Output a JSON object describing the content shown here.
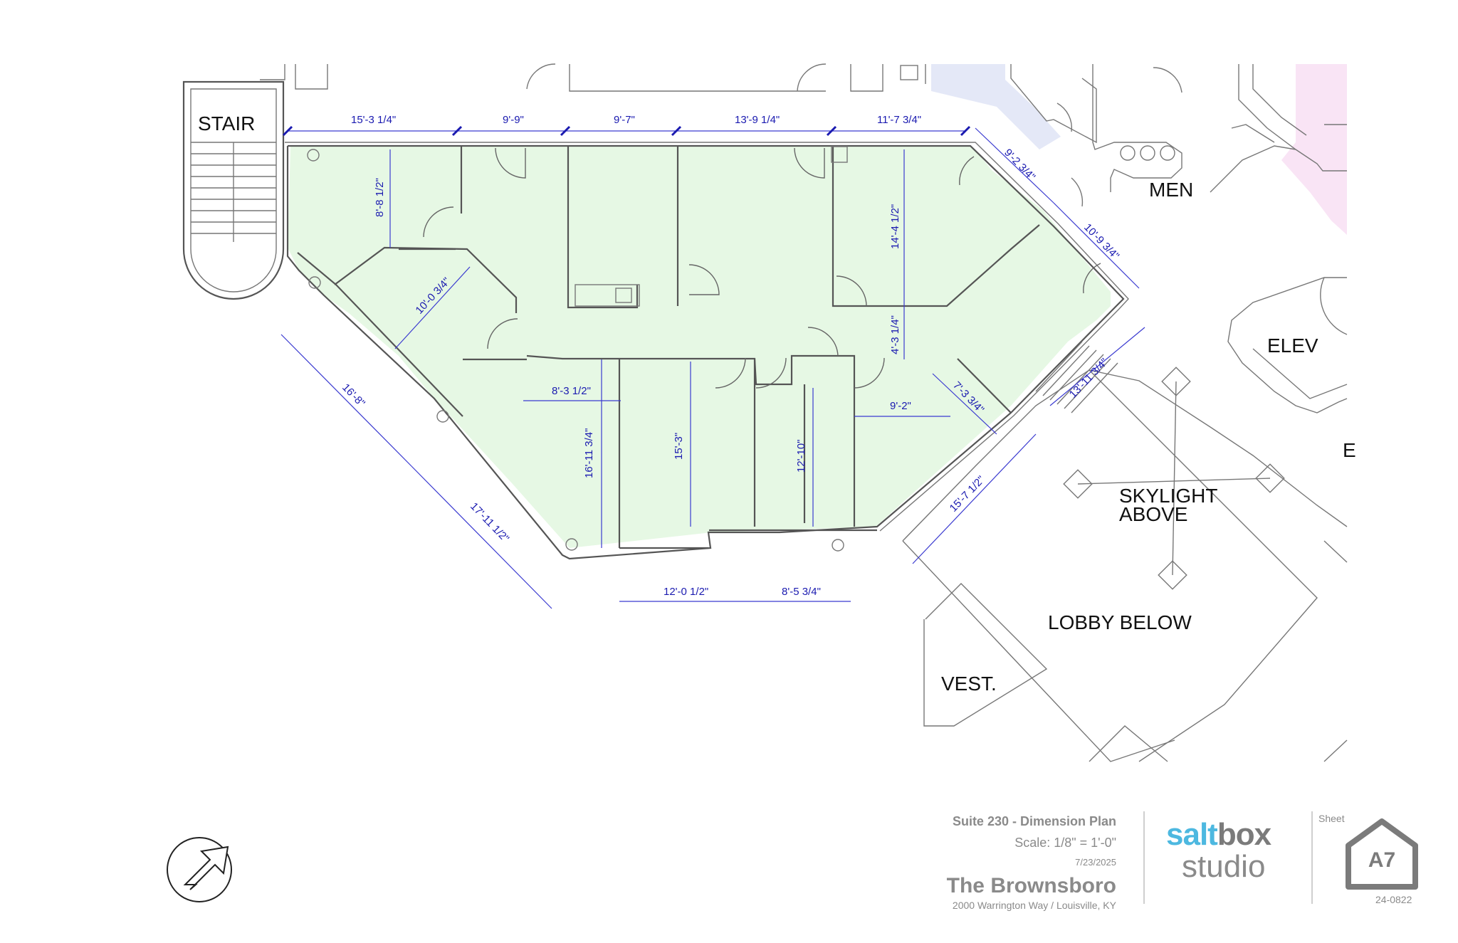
{
  "rooms": {
    "stair": "STAIR",
    "men": "MEN",
    "elev": "ELEV",
    "skylight_line1": "SKYLIGHT",
    "skylight_line2": "ABOVE",
    "lobby": "LOBBY BELOW",
    "vest": "VEST.",
    "partial_e": "E"
  },
  "dimensions": [
    "15'-3 1/4\"",
    "9'-9\"",
    "9'-7\"",
    "13'-9 1/4\"",
    "11'-7 3/4\"",
    "9'-2 3/4\"",
    "10'-9 3/4\"",
    "8'-8 1/2\"",
    "14'-4 1/2\"",
    "10'-0 3/4\"",
    "4'-3 1/4\"",
    "13'-11 3/4\"",
    "16'-8\"",
    "8'-3 1/2\"",
    "16'-11 3/4\"",
    "15'-3\"",
    "12'-10\"",
    "9'-2\"",
    "7'-3 3/4\"",
    "15'-7 1/2\"",
    "17'-11 1/2\"",
    "12'-0 1/2\"",
    "8'-5 3/4\""
  ],
  "title_block": {
    "drawing_title": "Suite 230 - Dimension Plan",
    "scale": "Scale:  1/8\" = 1'-0\"",
    "date": "7/23/2025",
    "project_name": "The Brownsboro",
    "address": "2000 Warrington Way / Louisville, KY",
    "logo_salt": "salt",
    "logo_box": "box",
    "logo_studio": "studio",
    "sheet_label": "Sheet",
    "sheet_number": "A7",
    "job_number": "24-0822"
  },
  "colors": {
    "suite_fill": "#e6f8e4",
    "mens_fill": "#e4e8f7",
    "womens_fill": "#f9e4f5",
    "dimension": "#1a1ab0",
    "title_text": "#8a8a8a",
    "logo_accent": "#4db8e0"
  },
  "icons": {
    "north_arrow": "north-arrow-icon"
  }
}
